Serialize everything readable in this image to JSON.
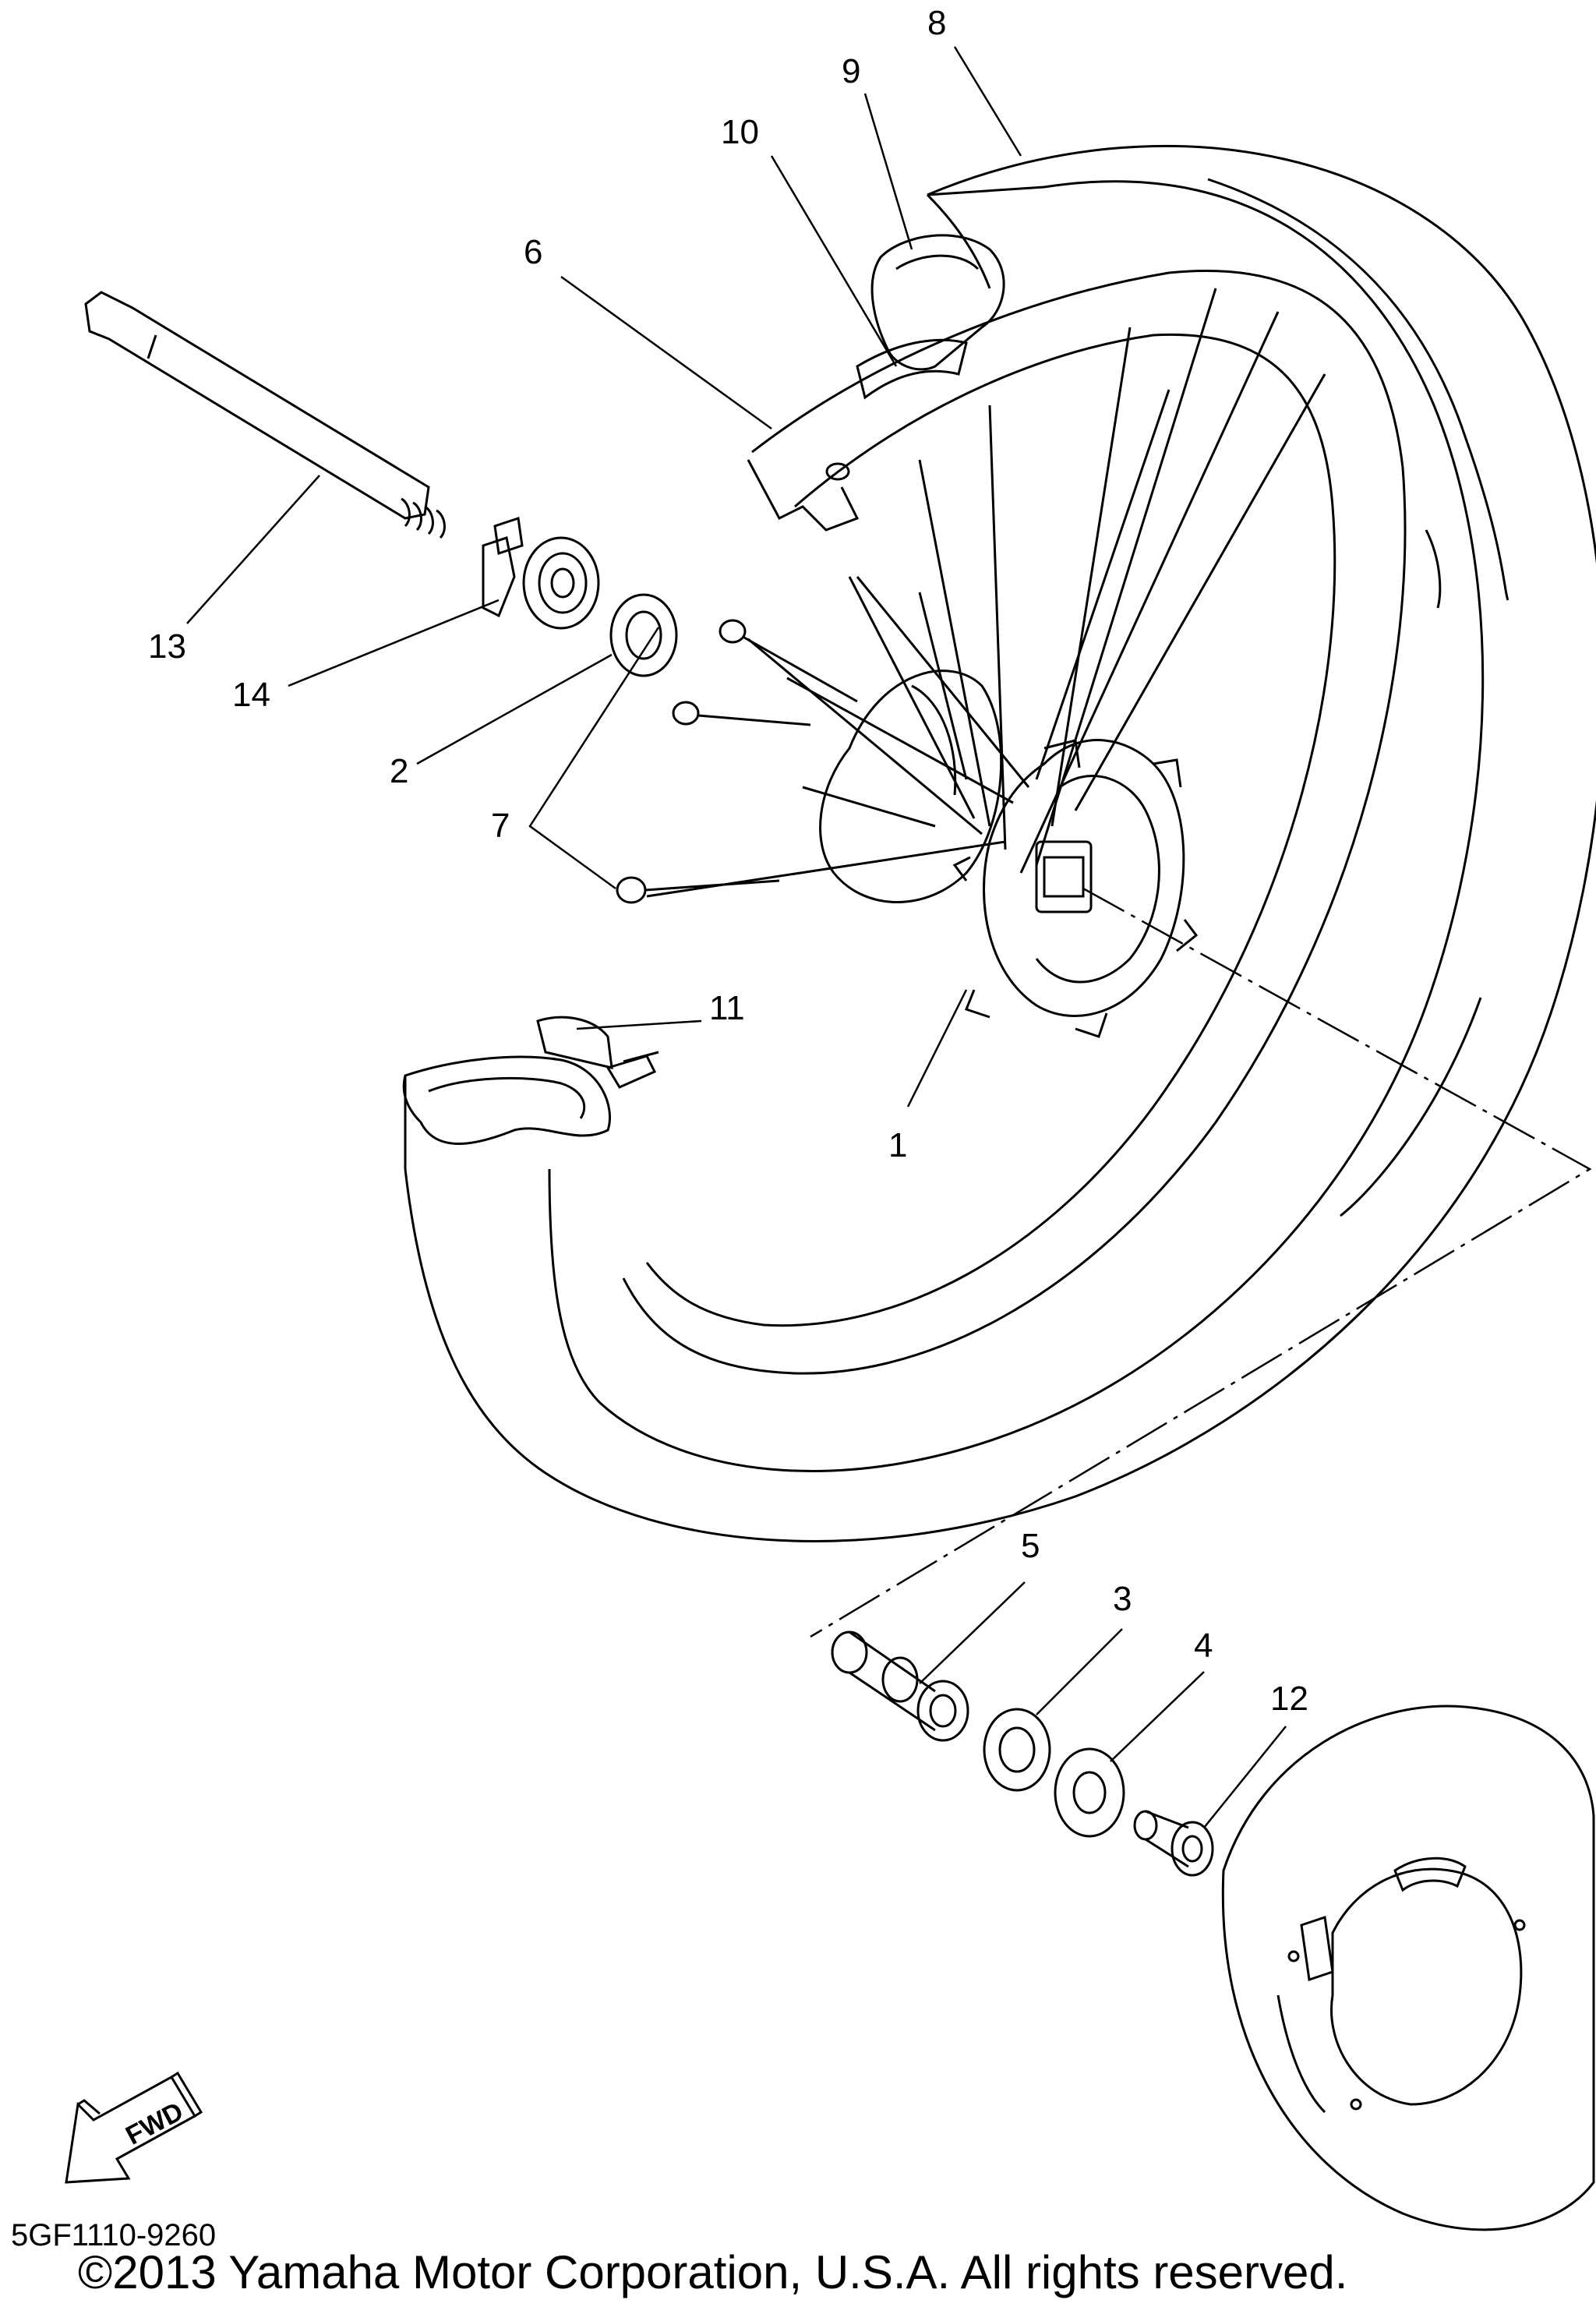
{
  "callouts": {
    "c1": "1",
    "c2": "2",
    "c3": "3",
    "c4": "4",
    "c5": "5",
    "c6": "6",
    "c7": "7",
    "c8": "8",
    "c9": "9",
    "c10": "10",
    "c11": "11",
    "c12": "12",
    "c13": "13",
    "c14": "14"
  },
  "fwd_label": "FWD",
  "diagram_code": "5GF1110-9260",
  "copyright": "©2013 Yamaha Motor Corporation, U.S.A. All rights reserved."
}
